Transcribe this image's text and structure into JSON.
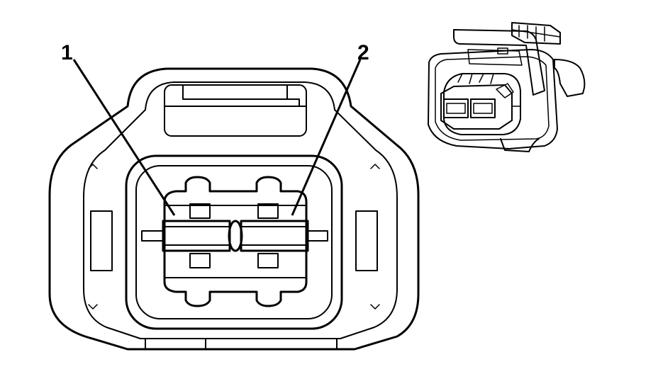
{
  "callouts": [
    {
      "id": "pin-1",
      "label": "1"
    },
    {
      "id": "pin-2",
      "label": "2"
    }
  ],
  "colors": {
    "line": "#000000",
    "background": "#ffffff"
  }
}
